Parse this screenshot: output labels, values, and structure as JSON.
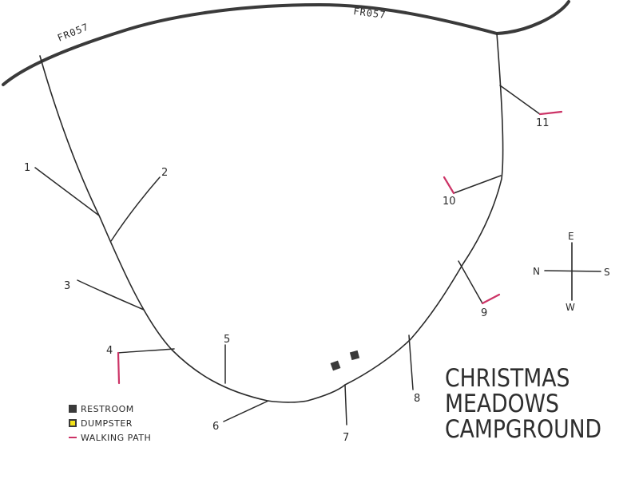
{
  "map": {
    "title_lines": [
      "CHRISTMAS",
      "MEADOWS",
      "CAMPGROUND"
    ],
    "road": {
      "name": "FR057",
      "labels": [
        "FR057",
        "FR057"
      ]
    },
    "campsites": [
      {
        "number": "1",
        "walking_path": false
      },
      {
        "number": "2",
        "walking_path": false
      },
      {
        "number": "3",
        "walking_path": false
      },
      {
        "number": "4",
        "walking_path": true
      },
      {
        "number": "5",
        "walking_path": false
      },
      {
        "number": "6",
        "walking_path": false
      },
      {
        "number": "7",
        "walking_path": false
      },
      {
        "number": "8",
        "walking_path": false
      },
      {
        "number": "9",
        "walking_path": true
      },
      {
        "number": "10",
        "walking_path": true
      },
      {
        "number": "11",
        "walking_path": true
      }
    ],
    "facilities": {
      "restrooms": 2,
      "dumpsters": 0
    },
    "compass": {
      "top": "E",
      "bottom": "W",
      "left": "N",
      "right": "S"
    },
    "legend": {
      "items": [
        {
          "label": "RESTROOM",
          "symbol": "restroom",
          "color": "#3a3a3a"
        },
        {
          "label": "DUMPSTER",
          "symbol": "dumpster",
          "color": "#f3e21a"
        },
        {
          "label": "WALKING PATH",
          "symbol": "walking-path",
          "color": "#cc3366"
        }
      ]
    },
    "colors": {
      "ink": "#2a2a2a",
      "walking_path": "#cc3366",
      "dumpster": "#f3e21a",
      "restroom": "#3a3a3a",
      "background": "#ffffff"
    }
  }
}
